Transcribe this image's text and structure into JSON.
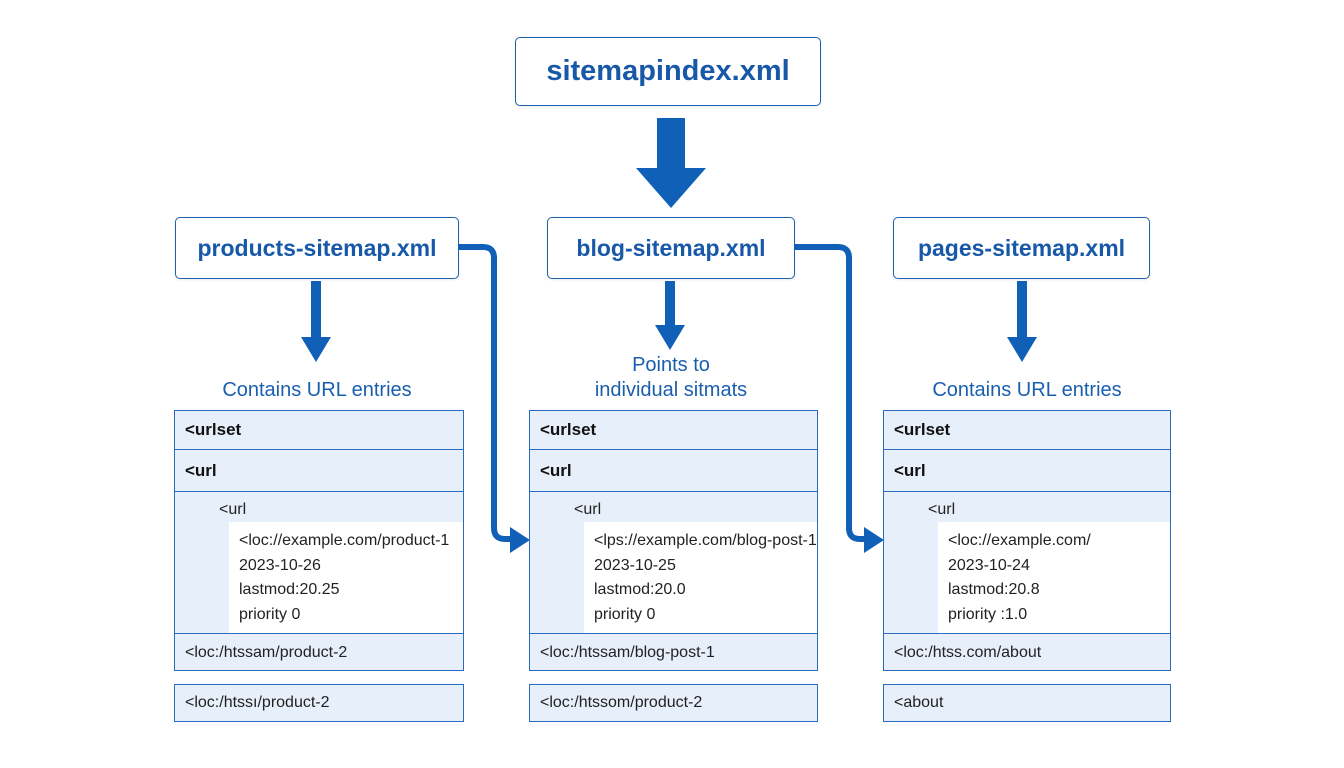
{
  "root": {
    "label": "sitemapindex.xml"
  },
  "children": [
    {
      "label": "products-sitemap.xml",
      "caption": [
        "Contains URL entries"
      ],
      "urlset": "<urlset",
      "url": "<url",
      "inner_url": "<url",
      "details": [
        "<loc://example.com/product-1",
        "2023-10-26",
        "lastmod:20.25",
        "priority 0"
      ],
      "loc_row": "<loc:/htssam/product-2",
      "extra": "<loc:/htssı/product-2"
    },
    {
      "label": "blog-sitemap.xml",
      "caption": [
        "Points to",
        "individual sitmats"
      ],
      "urlset": "<urlset",
      "url": "<url",
      "inner_url": "<url",
      "details": [
        "<lps://example.com/blog-post-1",
        "2023-10-25",
        "lastmod:20.0",
        "priority 0"
      ],
      "loc_row": "<loc:/htssam/blog-post-1",
      "extra": "<loc:/htssom/product-2"
    },
    {
      "label": "pages-sitemap.xml",
      "caption": [
        "Contains URL entries"
      ],
      "urlset": "<urlset",
      "url": "<url",
      "inner_url": "<url",
      "details": [
        "<loc://example.com/",
        "2023-10-24",
        "lastmod:20.8",
        "priority :1.0"
      ],
      "loc_row": "<loc:/htss.com/about",
      "extra": "<about"
    }
  ],
  "colors": {
    "arrow": "#1060b8",
    "border": "#2a6bbf",
    "fill": "#e7effa",
    "title": "#1758a8"
  }
}
